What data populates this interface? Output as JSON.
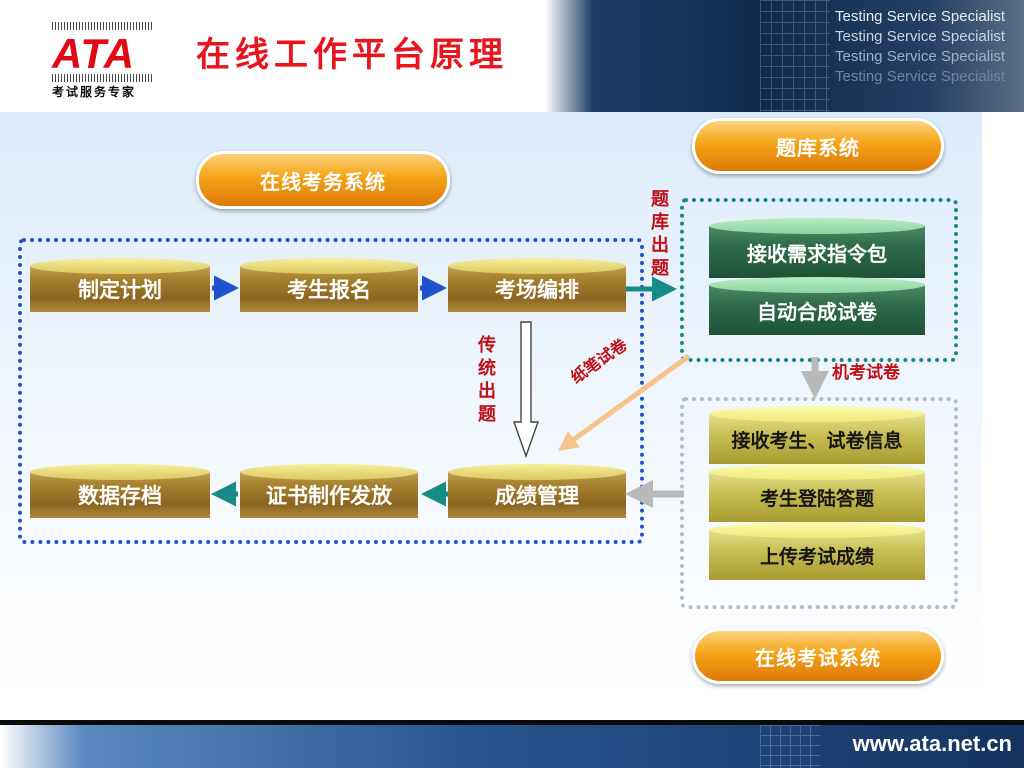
{
  "header": {
    "logo_text": "ATA",
    "logo_subtitle": "考试服务专家",
    "title": "在线工作平台原理",
    "taglines": [
      "Testing  Service Specialist",
      "Testing  Service Specialist",
      "Testing  Service Specialist",
      "Testing  Service Specialist"
    ]
  },
  "diagram": {
    "exam_affairs_system": "在线考务系统",
    "question_bank_system": "题库系统",
    "online_exam_system": "在线考试系统",
    "process_top": [
      "制定计划",
      "考生报名",
      "考场编排"
    ],
    "process_bottom": [
      "数据存档",
      "证书制作发放",
      "成绩管理"
    ],
    "bank_steps": [
      "接收需求指令包",
      "自动合成试卷"
    ],
    "exam_steps": [
      "接收考生、试卷信息",
      "考生登陆答题",
      "上传考试成绩"
    ],
    "label_bank_out": "题库出题",
    "label_traditional_out": "传统出题",
    "label_paper_exam": "纸笔试卷",
    "label_computer_exam": "机考试卷"
  },
  "footer": {
    "url": "www.ata.net.cn"
  },
  "colors": {
    "title_red": "#e8141e",
    "label_red": "#c01018",
    "pill_orange": "#f4a317",
    "flow_blue": "#1f52cc",
    "bank_teal": "#158a8a",
    "exam_grey": "#b2bdcb"
  }
}
